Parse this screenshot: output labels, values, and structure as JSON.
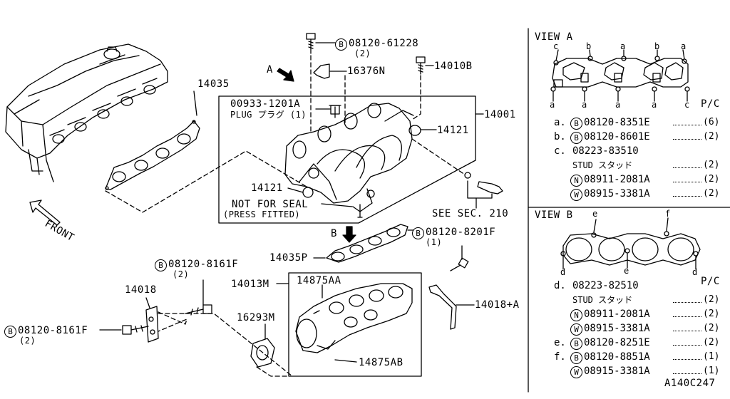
{
  "callouts": {
    "c_14035": "14035",
    "c_front": "FRONT",
    "c_a_arrow": "A",
    "c_b_arrow": "B",
    "c_16376n": "16376N",
    "c_bolt_top": "08120-61228",
    "c_bolt_top_qty": "(2)",
    "c_14010b": "14010B",
    "c_00933": "00933-1201A",
    "c_plug": "PLUG プラグ (1)",
    "c_14001": "14001",
    "c_14121_r": "14121",
    "c_14121_l": "14121",
    "c_not_for_seal": "NOT FOR SEAL",
    "c_press_fitted": "(PRESS FITTED)",
    "c_see_sec": "SEE SEC. 210",
    "c_bolt_8201f": "08120-8201F",
    "c_bolt_8201f_qty": "(1)",
    "c_14035p": "14035P",
    "c_bolt_8161f_top": "08120-8161F",
    "c_bolt_8161f_top_qty": "(2)",
    "c_14018": "14018",
    "c_bolt_8161f_left": "08120-8161F",
    "c_bolt_8161f_left_qty": "(2)",
    "c_14013m": "14013M",
    "c_14875aa": "14875AA",
    "c_16293m": "16293M",
    "c_14875ab": "14875AB",
    "c_14018a": "14018+A",
    "c_code": "A140C247"
  },
  "view_a": {
    "title": "VIEW A",
    "pc": "P/C",
    "rows": [
      {
        "key": "a.",
        "prefix": "B",
        "part": "08120-8351E",
        "qty": "(6)"
      },
      {
        "key": "b.",
        "prefix": "B",
        "part": "08120-8601E",
        "qty": "(2)"
      },
      {
        "key": "c.",
        "prefix": "",
        "part": "08223-83510",
        "qty": ""
      },
      {
        "key": "",
        "prefix": "",
        "part": "STUD スタッド",
        "qty": "(2)"
      },
      {
        "key": "",
        "prefix": "N",
        "part": "08911-2081A",
        "qty": "(2)"
      },
      {
        "key": "",
        "prefix": "W",
        "part": "08915-3381A",
        "qty": "(2)"
      }
    ]
  },
  "view_b": {
    "title": "VIEW B",
    "pc": "P/C",
    "rows": [
      {
        "key": "d.",
        "prefix": "",
        "part": "08223-82510",
        "qty": ""
      },
      {
        "key": "",
        "prefix": "",
        "part": "STUD スタッド",
        "qty": "(2)"
      },
      {
        "key": "",
        "prefix": "N",
        "part": "08911-2081A",
        "qty": "(2)"
      },
      {
        "key": "",
        "prefix": "W",
        "part": "08915-3381A",
        "qty": "(2)"
      },
      {
        "key": "e.",
        "prefix": "B",
        "part": "08120-8251E",
        "qty": "(2)"
      },
      {
        "key": "f.",
        "prefix": "B",
        "part": "08120-8851A",
        "qty": "(1)"
      },
      {
        "key": "",
        "prefix": "W",
        "part": "08915-3381A",
        "qty": "(1)"
      }
    ]
  },
  "view_letters": {
    "a": "a",
    "b": "b",
    "c": "c",
    "d": "d",
    "e": "e",
    "f": "f"
  },
  "prefix_letters": {
    "b": "B",
    "n": "N",
    "w": "W"
  }
}
